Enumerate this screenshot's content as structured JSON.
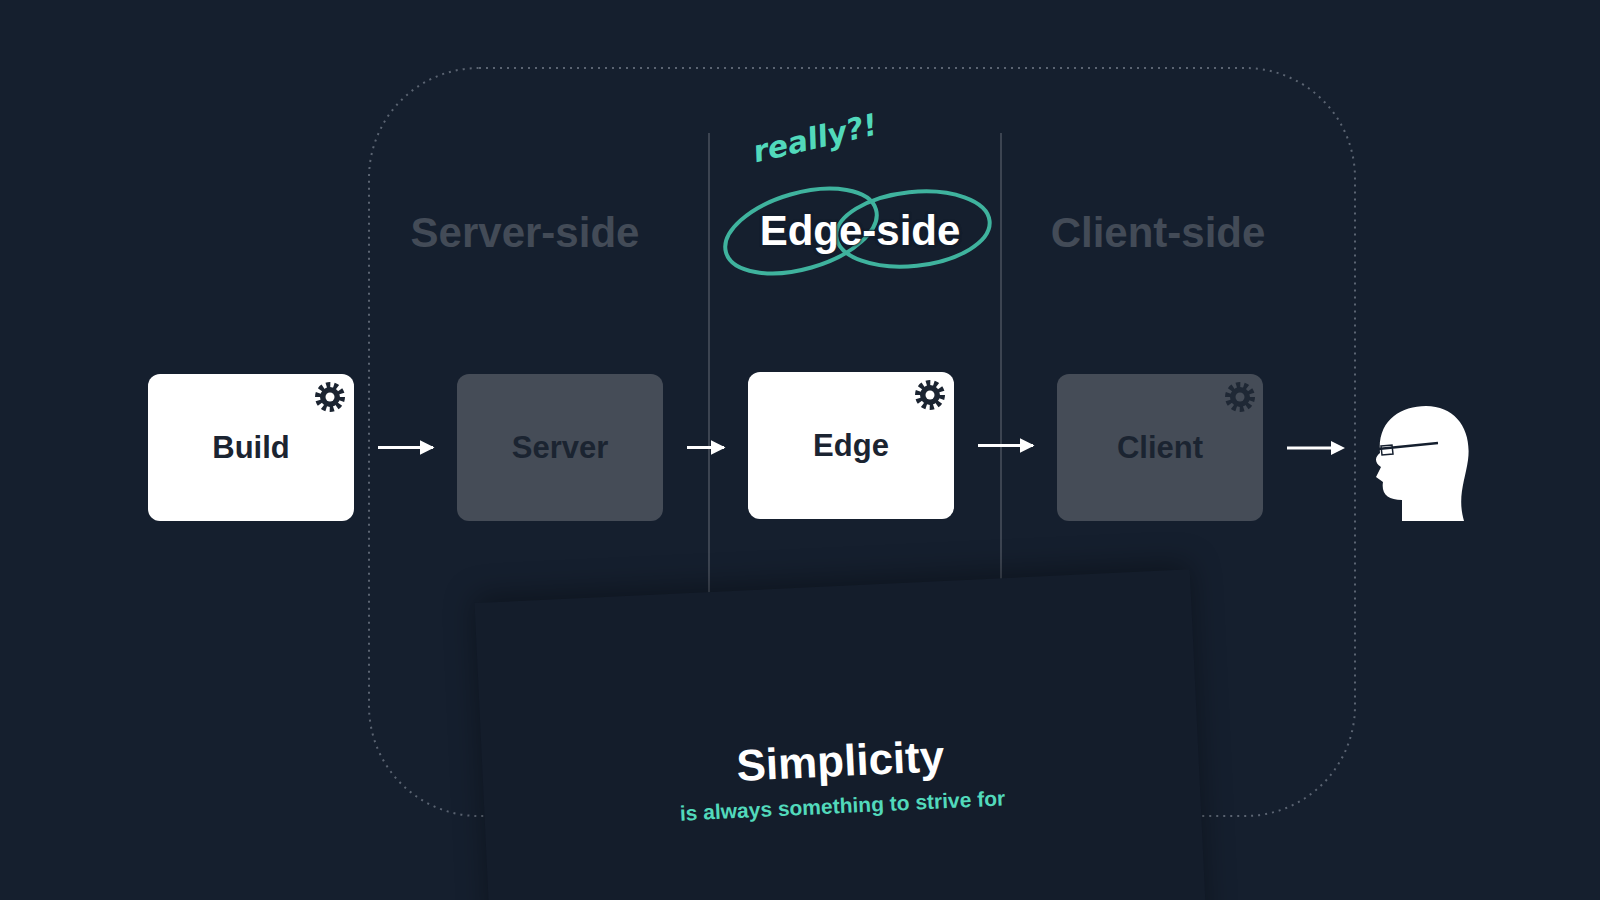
{
  "diagram": {
    "nodes": [
      {
        "text": [
          "Build"
        ]
      },
      {
        "text": [
          "Server"
        ]
      },
      {
        "text": [
          "Edge"
        ]
      },
      {
        "text": [
          "Client"
        ]
      },
      {
        "text": [
          "Simplicity",
          "is always something to strive for"
        ]
      }
    ],
    "edges": [
      {
        "from": 0,
        "to": 1,
        "arrow": "to"
      },
      {
        "from": 1,
        "to": 2,
        "arrow": "to"
      },
      {
        "from": 2,
        "to": 3,
        "arrow": "to"
      }
    ],
    "labels": [
      "Server-side",
      "Edge-side",
      "Client-side",
      "really?!"
    ]
  }
}
